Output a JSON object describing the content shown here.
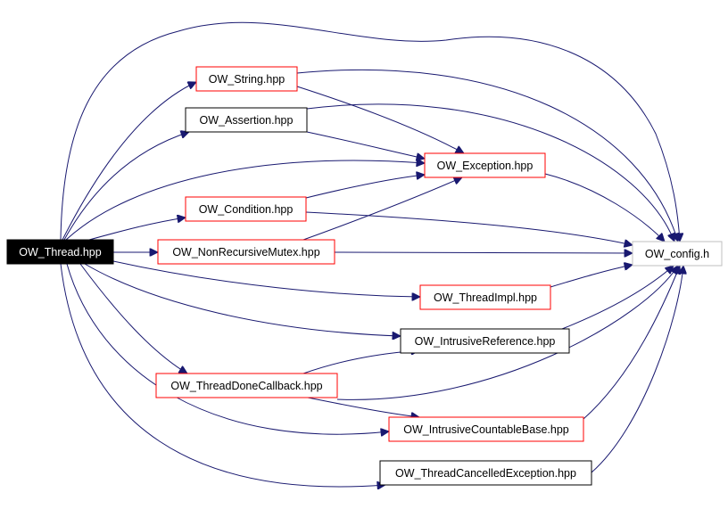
{
  "diagram": {
    "colors": {
      "edge": "#191970",
      "border_red": "#ff0000",
      "border_black": "#000000",
      "border_gray": "#bfbfbf",
      "root_fill": "#000000",
      "root_text": "#ffffff",
      "text": "#000000",
      "fill": "#ffffff"
    },
    "nodes": [
      {
        "id": "thread",
        "label": "OW_Thread.hpp",
        "style": "root"
      },
      {
        "id": "string",
        "label": "OW_String.hpp",
        "style": "red"
      },
      {
        "id": "assertion",
        "label": "OW_Assertion.hpp",
        "style": "black"
      },
      {
        "id": "exception",
        "label": "OW_Exception.hpp",
        "style": "red"
      },
      {
        "id": "condition",
        "label": "OW_Condition.hpp",
        "style": "red"
      },
      {
        "id": "nrmutex",
        "label": "OW_NonRecursiveMutex.hpp",
        "style": "red"
      },
      {
        "id": "config",
        "label": "OW_config.h",
        "style": "gray"
      },
      {
        "id": "impl",
        "label": "OW_ThreadImpl.hpp",
        "style": "red"
      },
      {
        "id": "intref",
        "label": "OW_IntrusiveReference.hpp",
        "style": "black"
      },
      {
        "id": "donecb",
        "label": "OW_ThreadDoneCallback.hpp",
        "style": "red"
      },
      {
        "id": "countable",
        "label": "OW_IntrusiveCountableBase.hpp",
        "style": "red"
      },
      {
        "id": "cancelled",
        "label": "OW_ThreadCancelledException.hpp",
        "style": "black"
      }
    ],
    "edges": [
      {
        "from": "thread",
        "to": "string"
      },
      {
        "from": "thread",
        "to": "assertion"
      },
      {
        "from": "thread",
        "to": "exception"
      },
      {
        "from": "thread",
        "to": "condition"
      },
      {
        "from": "thread",
        "to": "nrmutex"
      },
      {
        "from": "thread",
        "to": "impl"
      },
      {
        "from": "thread",
        "to": "intref"
      },
      {
        "from": "thread",
        "to": "donecb"
      },
      {
        "from": "thread",
        "to": "countable"
      },
      {
        "from": "thread",
        "to": "cancelled"
      },
      {
        "from": "thread",
        "to": "config"
      },
      {
        "from": "string",
        "to": "exception"
      },
      {
        "from": "string",
        "to": "config"
      },
      {
        "from": "assertion",
        "to": "exception"
      },
      {
        "from": "assertion",
        "to": "config"
      },
      {
        "from": "condition",
        "to": "exception"
      },
      {
        "from": "condition",
        "to": "config"
      },
      {
        "from": "nrmutex",
        "to": "exception"
      },
      {
        "from": "nrmutex",
        "to": "config"
      },
      {
        "from": "exception",
        "to": "config"
      },
      {
        "from": "impl",
        "to": "config"
      },
      {
        "from": "intref",
        "to": "config"
      },
      {
        "from": "donecb",
        "to": "intref"
      },
      {
        "from": "donecb",
        "to": "countable"
      },
      {
        "from": "donecb",
        "to": "config"
      },
      {
        "from": "countable",
        "to": "config"
      },
      {
        "from": "cancelled",
        "to": "config"
      }
    ]
  }
}
